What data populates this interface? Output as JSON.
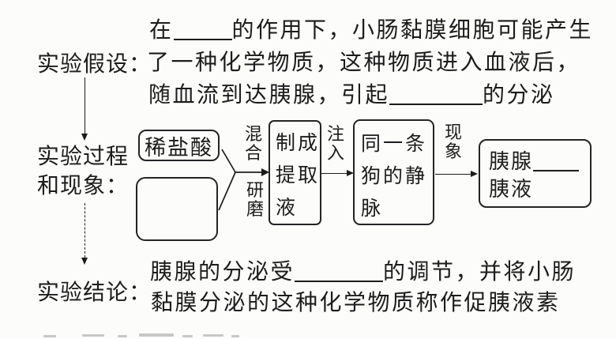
{
  "canvas": {
    "bg": "#fcfcfa",
    "ink": "#1c1c1c"
  },
  "hypothesis": {
    "label": "实验假设：",
    "line1_pre": "在",
    "line1_post": "的作用下，小肠黏膜细胞可能产生",
    "line2": "了一种化学物质，这种物质进入血液后，",
    "line3_pre": "随血流到达胰腺，引起",
    "line3_post": "的分泌"
  },
  "process": {
    "label_line1": "实验过程",
    "label_line2": "和现象：",
    "box_dilute_hcl": "稀盐酸",
    "mix_label": "混合",
    "grind_label": "研磨",
    "extract_box_lines": [
      "制成",
      "提取",
      "液"
    ],
    "inject_label": "注入",
    "vein_box_lines": [
      "同一条",
      "狗的静",
      "脉"
    ],
    "phenomenon_label": "现象",
    "result_box_line1_pre": "胰腺",
    "result_box_line2": "胰液"
  },
  "conclusion": {
    "label": "实验结论：",
    "line1_pre": "胰腺的分泌受",
    "line1_post": "的调节，并将小肠",
    "line2": "黏膜分泌的这种化学物质称作促胰液素"
  }
}
